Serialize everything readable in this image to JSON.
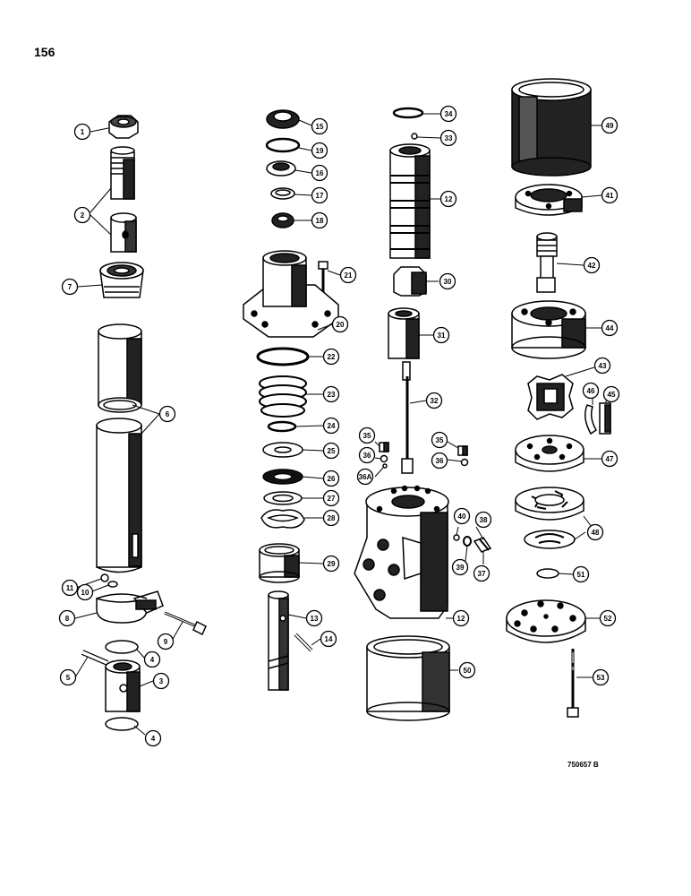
{
  "page_number": "156",
  "figure_code": "750657 B",
  "callouts": [
    {
      "id": "c1",
      "label": "1"
    },
    {
      "id": "c2",
      "label": "2"
    },
    {
      "id": "c7",
      "label": "7"
    },
    {
      "id": "c6",
      "label": "6"
    },
    {
      "id": "c11",
      "label": "11"
    },
    {
      "id": "c10",
      "label": "10"
    },
    {
      "id": "c8",
      "label": "8"
    },
    {
      "id": "c9",
      "label": "9"
    },
    {
      "id": "c4a",
      "label": "4"
    },
    {
      "id": "c5",
      "label": "5"
    },
    {
      "id": "c3",
      "label": "3"
    },
    {
      "id": "c4b",
      "label": "4"
    },
    {
      "id": "c15",
      "label": "15"
    },
    {
      "id": "c19",
      "label": "19"
    },
    {
      "id": "c16",
      "label": "16"
    },
    {
      "id": "c17",
      "label": "17"
    },
    {
      "id": "c18",
      "label": "18"
    },
    {
      "id": "c21",
      "label": "21"
    },
    {
      "id": "c20",
      "label": "20"
    },
    {
      "id": "c22",
      "label": "22"
    },
    {
      "id": "c23",
      "label": "23"
    },
    {
      "id": "c24",
      "label": "24"
    },
    {
      "id": "c25",
      "label": "25"
    },
    {
      "id": "c26",
      "label": "26"
    },
    {
      "id": "c27",
      "label": "27"
    },
    {
      "id": "c28",
      "label": "28"
    },
    {
      "id": "c29",
      "label": "29"
    },
    {
      "id": "c13",
      "label": "13"
    },
    {
      "id": "c14",
      "label": "14"
    },
    {
      "id": "c34",
      "label": "34"
    },
    {
      "id": "c33",
      "label": "33"
    },
    {
      "id": "c12a",
      "label": "12"
    },
    {
      "id": "c30",
      "label": "30"
    },
    {
      "id": "c31",
      "label": "31"
    },
    {
      "id": "c32",
      "label": "32"
    },
    {
      "id": "c35a",
      "label": "35"
    },
    {
      "id": "c36a",
      "label": "36"
    },
    {
      "id": "c36A",
      "label": "36A"
    },
    {
      "id": "c35b",
      "label": "35"
    },
    {
      "id": "c36b",
      "label": "36"
    },
    {
      "id": "c40",
      "label": "40"
    },
    {
      "id": "c38",
      "label": "38"
    },
    {
      "id": "c39",
      "label": "39"
    },
    {
      "id": "c37",
      "label": "37"
    },
    {
      "id": "c12b",
      "label": "12"
    },
    {
      "id": "c50",
      "label": "50"
    },
    {
      "id": "c49",
      "label": "49"
    },
    {
      "id": "c41",
      "label": "41"
    },
    {
      "id": "c42",
      "label": "42"
    },
    {
      "id": "c44",
      "label": "44"
    },
    {
      "id": "c43",
      "label": "43"
    },
    {
      "id": "c46",
      "label": "46"
    },
    {
      "id": "c45",
      "label": "45"
    },
    {
      "id": "c47",
      "label": "47"
    },
    {
      "id": "c48",
      "label": "48"
    },
    {
      "id": "c51",
      "label": "51"
    },
    {
      "id": "c52",
      "label": "52"
    },
    {
      "id": "c53",
      "label": "53"
    }
  ]
}
